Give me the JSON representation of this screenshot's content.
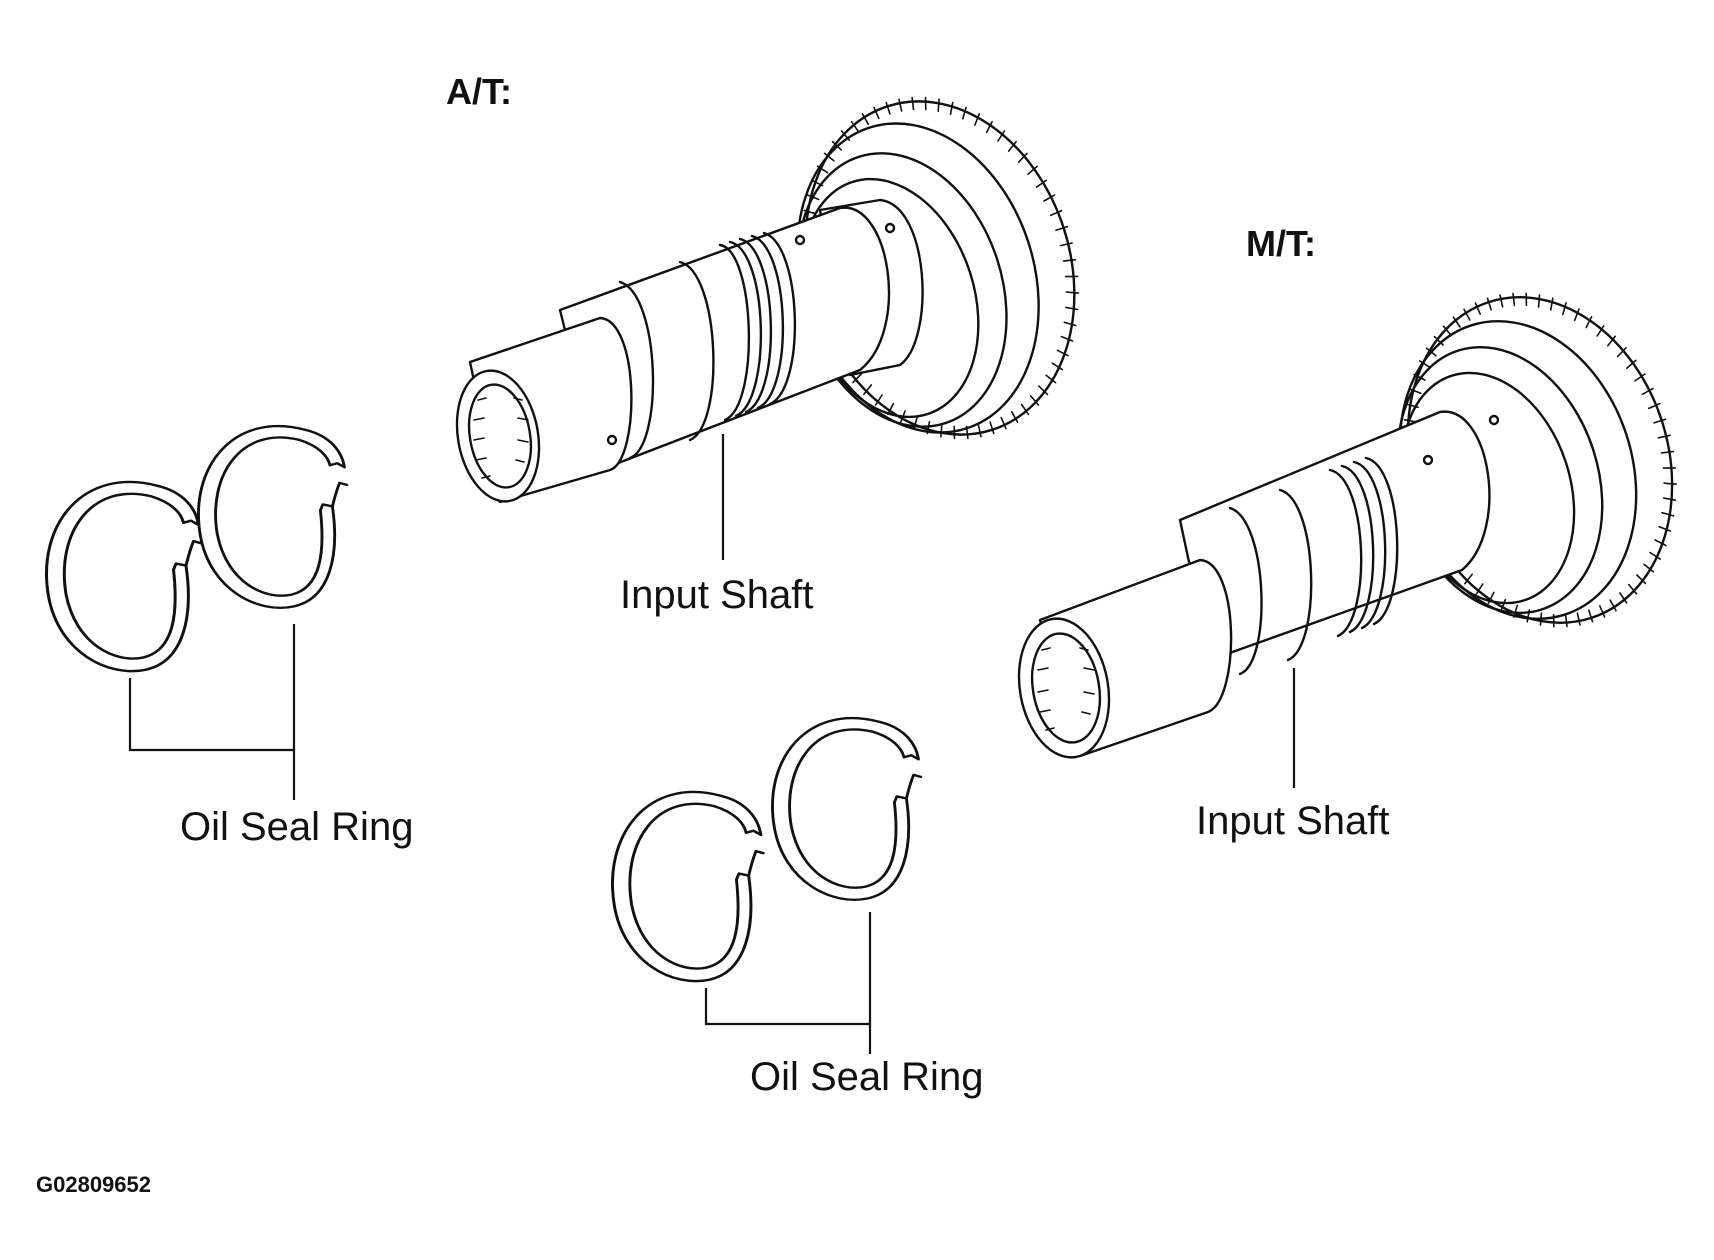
{
  "headings": {
    "automatic": "A/T:",
    "manual": "M/T:"
  },
  "labels": {
    "at_input_shaft": "Input Shaft",
    "at_oil_seal_ring": "Oil Seal Ring",
    "mt_input_shaft": "Input Shaft",
    "mt_oil_seal_ring": "Oil Seal Ring"
  },
  "figure_code": "G02809652"
}
